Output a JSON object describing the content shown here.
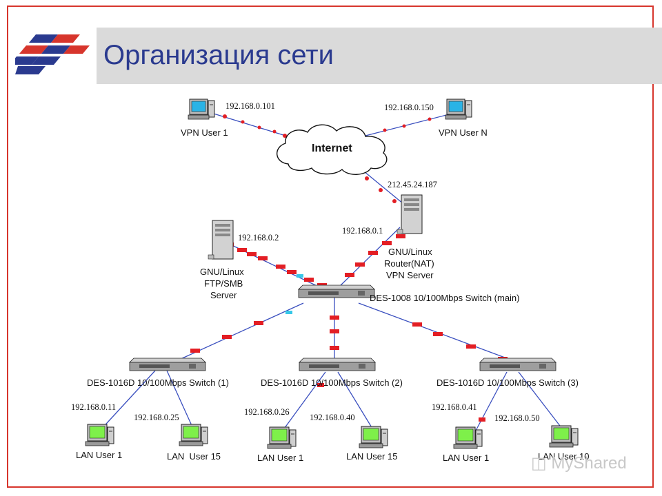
{
  "title": "Организация сети",
  "watermark": "MyShared",
  "colors": {
    "accent": "#2a3a8f",
    "border": "#d7352c",
    "link": "#3a4fbf",
    "packet": "#e31e24"
  },
  "cloud": {
    "label": "Internet"
  },
  "vpn_users": [
    {
      "name": "VPN User 1",
      "ip": "192.168.0.101"
    },
    {
      "name": "VPN User N",
      "ip": "192.168.0.150"
    }
  ],
  "router": {
    "lines": [
      "GNU/Linux",
      "Router(NAT)",
      "VPN Server"
    ],
    "ip_external": "212.45.24.187",
    "ip_internal": "192.168.0.1"
  },
  "server": {
    "lines": [
      "GNU/Linux",
      "FTP/SMB",
      "Server"
    ],
    "ip": "192.168.0.2"
  },
  "main_switch": {
    "label": "DES-1008 10/100Mbps Switch (main)"
  },
  "switches": [
    {
      "label": "DES-1016D 10/100Mbps Switch (1)"
    },
    {
      "label": "DES-1016D 10/100Mbps Switch (2)"
    },
    {
      "label": "DES-1016D 10/100Mbps Switch (3)"
    }
  ],
  "lan_users": [
    {
      "name": "LAN User 1",
      "ip": "192.168.0.11"
    },
    {
      "name": "LAN  User 15",
      "ip": "192.168.0.25"
    },
    {
      "name": "LAN User 1",
      "ip": "192.168.0.26"
    },
    {
      "name": "LAN User 15",
      "ip": "192.168.0.40"
    },
    {
      "name": "LAN User 1",
      "ip": "192.168.0.41"
    },
    {
      "name": "LAN User 10",
      "ip": "192.168.0.50"
    }
  ]
}
